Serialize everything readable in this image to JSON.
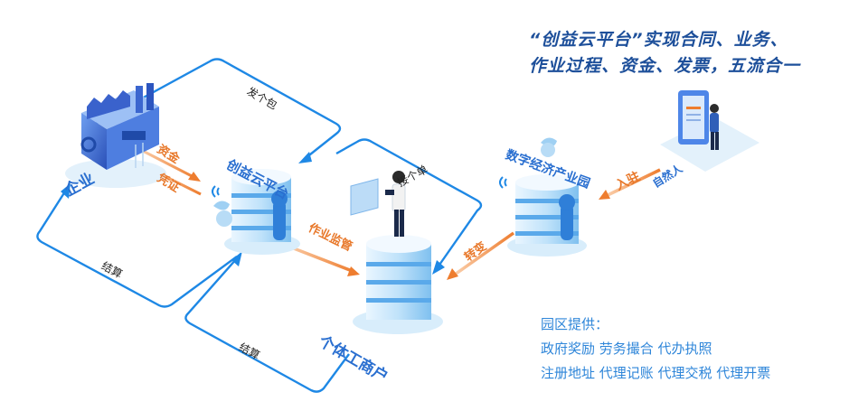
{
  "headline": {
    "line1": "“创益云平台”实现合同、业务、",
    "line2": "作业过程、资金、发票，五流合一"
  },
  "nodes": {
    "enterprise": "企业",
    "platform": "创益云平台",
    "individual": "个体工商户",
    "park": "数字经济产业园",
    "settle_in": "自然人"
  },
  "flows": {
    "send_package": "发个包",
    "take_order": "接个单",
    "settle_left": "结算",
    "settle_bottom": "结算",
    "funds": "资金",
    "voucher": "凭证",
    "supervision": "作业监管",
    "transform": "转变",
    "enter": "入驻"
  },
  "park_provides": {
    "title": "园区提供：",
    "line1": "政府奖励 劳务撮合 代办执照",
    "line2": "注册地址 代理记账 代理交税 代理开票"
  },
  "colors": {
    "flow_blue": "#1e88e5",
    "accent_orange": "#ee7d2f",
    "headline": "#1d4f9a",
    "server_light": "#d9eefb",
    "server_mid": "#5aa9ea"
  }
}
